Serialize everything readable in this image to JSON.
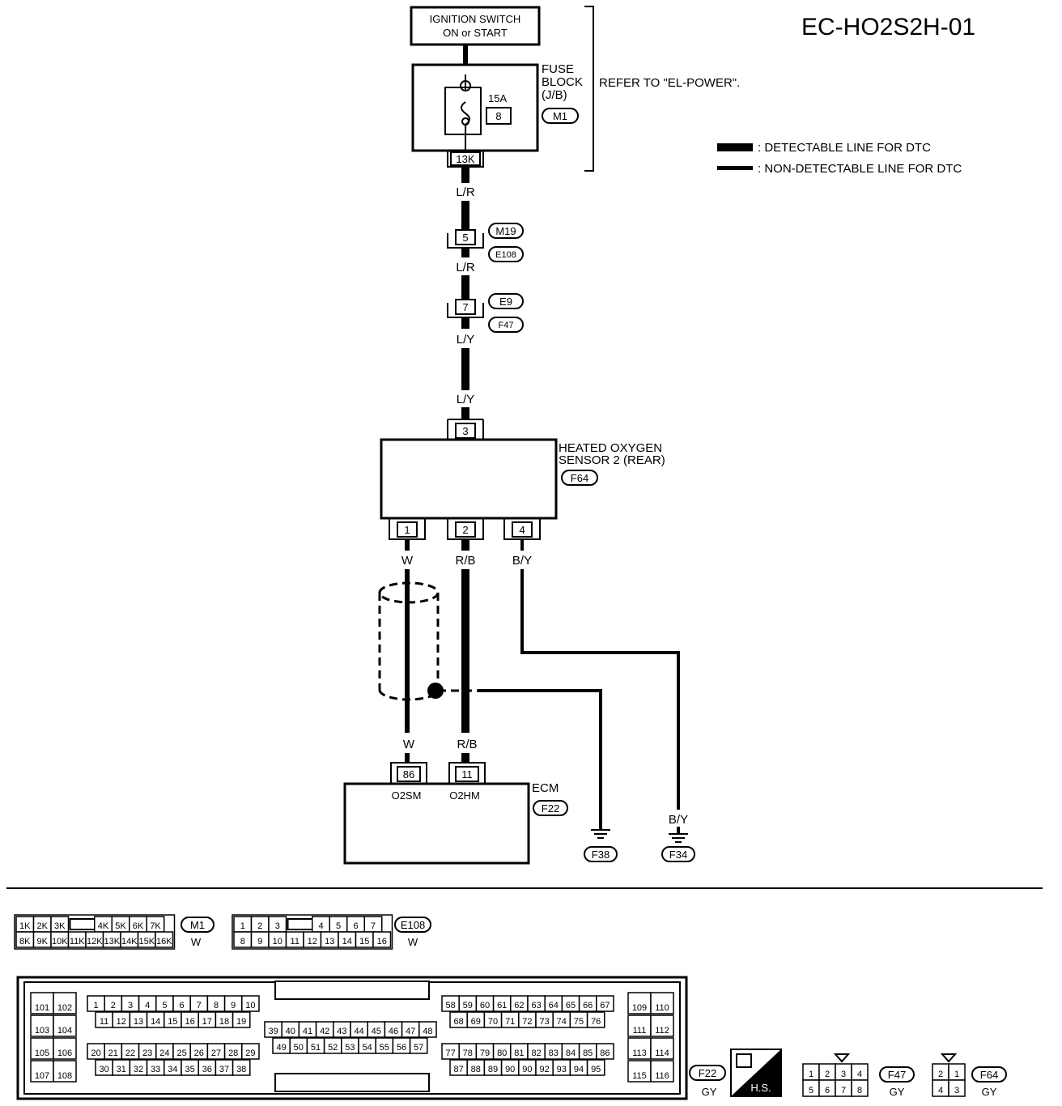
{
  "title": "EC-HO2S2H-01",
  "ignition": {
    "line1": "IGNITION SWITCH",
    "line2": "ON or START"
  },
  "fuse_block": {
    "line1": "FUSE",
    "line2": "BLOCK",
    "line3": "(J/B)",
    "refer": "REFER TO \"EL-POWER\".",
    "fuse_rating": "15A",
    "fuse_no": "8",
    "connector": "M1",
    "terminal": "13K"
  },
  "legend": {
    "detectable": ": DETECTABLE LINE FOR DTC",
    "non_detectable": ": NON-DETECTABLE LINE FOR DTC"
  },
  "wires": {
    "lr1": "L/R",
    "lr2": "L/R",
    "ly1": "L/Y",
    "ly2": "L/Y",
    "w1": "W",
    "rb1": "R/B",
    "by1": "B/Y",
    "w2": "W",
    "rb2": "R/B",
    "by2": "B/Y"
  },
  "joint1": {
    "pin": "5",
    "conn_a": "M19",
    "conn_b": "E108"
  },
  "joint2": {
    "pin": "7",
    "conn_a": "E9",
    "conn_b": "F47"
  },
  "sensor": {
    "line1": "HEATED OXYGEN",
    "line2": "SENSOR 2 (REAR)",
    "connector": "F64",
    "pin_top": "3",
    "pin1": "1",
    "pin2": "2",
    "pin4": "4"
  },
  "ecm": {
    "label": "ECM",
    "connector": "F22",
    "pin86": "86",
    "pin11": "11",
    "sig1": "O2SM",
    "sig2": "O2HM"
  },
  "grounds": {
    "g1": "F38",
    "g2": "F34"
  },
  "conn_m1": {
    "id": "M1",
    "color": "W",
    "row1": [
      "1K",
      "2K",
      "3K",
      "",
      "4K",
      "5K",
      "6K",
      "7K"
    ],
    "row2": [
      "8K",
      "9K",
      "10K",
      "11K",
      "12K",
      "13K",
      "14K",
      "15K",
      "16K"
    ]
  },
  "conn_e108": {
    "id": "E108",
    "color": "W",
    "row1": [
      "1",
      "2",
      "3",
      "",
      "4",
      "5",
      "6",
      "7"
    ],
    "row2": [
      "8",
      "9",
      "10",
      "11",
      "12",
      "13",
      "14",
      "15",
      "16"
    ]
  },
  "ecm_conn": {
    "id": "F22",
    "color": "GY",
    "left": [
      [
        "101",
        "102"
      ],
      [
        "103",
        "104"
      ],
      [
        "105",
        "106"
      ],
      [
        "107",
        "108"
      ]
    ],
    "right": [
      [
        "109",
        "110"
      ],
      [
        "111",
        "112"
      ],
      [
        "113",
        "114"
      ],
      [
        "115",
        "116"
      ]
    ],
    "g1r1": [
      "1",
      "2",
      "3",
      "4",
      "5",
      "6",
      "7",
      "8",
      "9",
      "10"
    ],
    "g1r2": [
      "11",
      "12",
      "13",
      "14",
      "15",
      "16",
      "17",
      "18",
      "19"
    ],
    "g2r1": [
      "39",
      "40",
      "41",
      "42",
      "43",
      "44",
      "45",
      "46",
      "47",
      "48"
    ],
    "g2r2": [
      "49",
      "50",
      "51",
      "52",
      "53",
      "54",
      "55",
      "56",
      "57"
    ],
    "g3r1": [
      "20",
      "21",
      "22",
      "23",
      "24",
      "25",
      "26",
      "27",
      "28",
      "29"
    ],
    "g3r2": [
      "30",
      "31",
      "32",
      "33",
      "34",
      "35",
      "36",
      "37",
      "38"
    ],
    "g4r1": [
      "58",
      "59",
      "60",
      "61",
      "62",
      "63",
      "64",
      "65",
      "66",
      "67"
    ],
    "g4r2": [
      "68",
      "69",
      "70",
      "71",
      "72",
      "73",
      "74",
      "75",
      "76"
    ],
    "g5r1": [
      "77",
      "78",
      "79",
      "80",
      "81",
      "82",
      "83",
      "84",
      "85",
      "86"
    ],
    "g5r2": [
      "87",
      "88",
      "89",
      "90",
      "90",
      "92",
      "93",
      "94",
      "95"
    ]
  },
  "hs": "H.S.",
  "conn_f47": {
    "id": "F47",
    "color": "GY",
    "row1": [
      "1",
      "2",
      "3",
      "4"
    ],
    "row2": [
      "5",
      "6",
      "7",
      "8"
    ]
  },
  "conn_f64": {
    "id": "F64",
    "color": "GY",
    "row1": [
      "2",
      "1"
    ],
    "row2": [
      "4",
      "3"
    ]
  }
}
